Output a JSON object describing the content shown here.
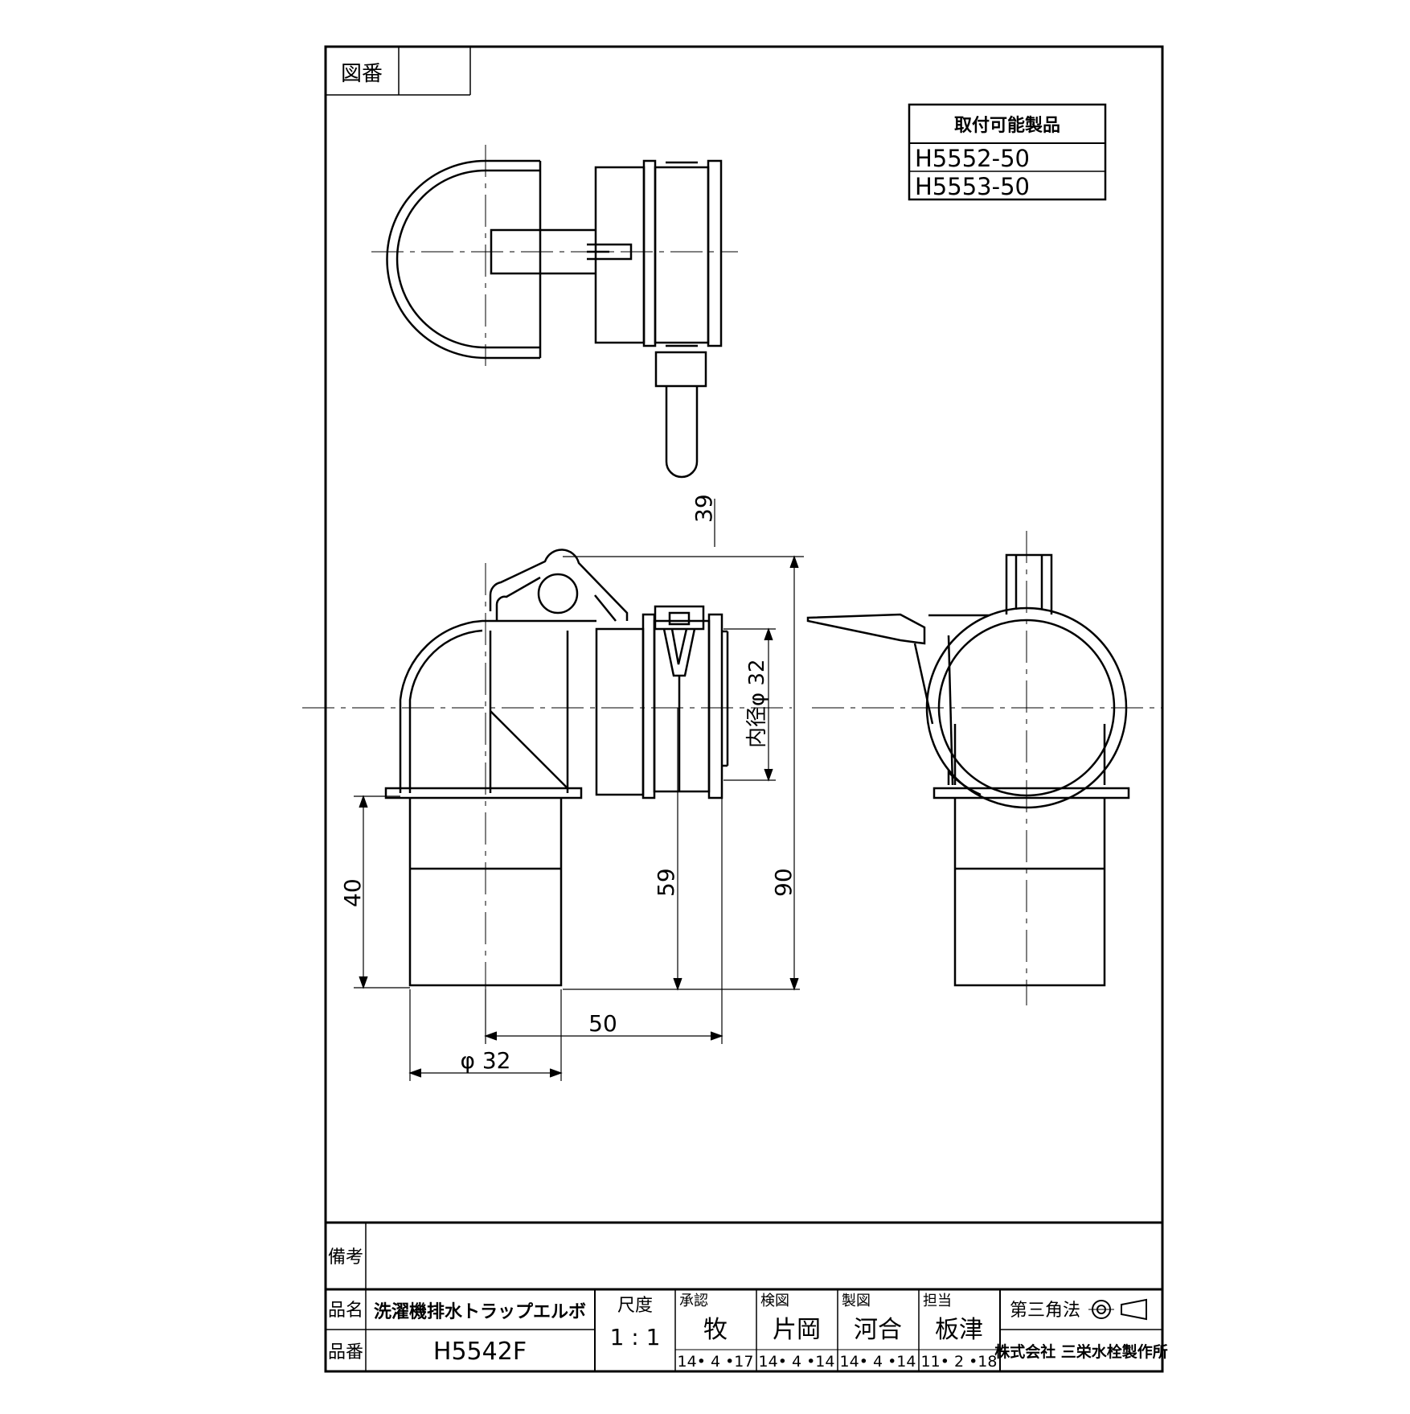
{
  "drawing_number": {
    "label": "図番",
    "value": ""
  },
  "compatible_products": {
    "header": "取付可能製品",
    "items": [
      "H5552-50",
      "H5553-50"
    ]
  },
  "dimensions": {
    "top_clip": "39",
    "inner_diameter": "内径φ 32",
    "height_40": "40",
    "height_59": "59",
    "height_90": "90",
    "width_50": "50",
    "pipe_diameter": "φ 32"
  },
  "title_block": {
    "remarks_label": "備考",
    "remarks_value": "",
    "product_name_label": "品名",
    "product_name": "洗濯機排水トラップエルボ",
    "product_number_label": "品番",
    "product_number": "H5542F",
    "scale_label": "尺度",
    "scale_value": "1 : 1",
    "approval": {
      "label": "承認",
      "name": "牧",
      "date": "14• 4 •17"
    },
    "inspection": {
      "label": "検図",
      "name": "片岡",
      "date": "14• 4 •14"
    },
    "drafting": {
      "label": "製図",
      "name": "河合",
      "date": "14• 4 •14"
    },
    "responsible": {
      "label": "担当",
      "name": "板津",
      "date": "11• 2 •18"
    },
    "projection": "第三角法",
    "company": "株式会社 三栄水栓製作所"
  }
}
